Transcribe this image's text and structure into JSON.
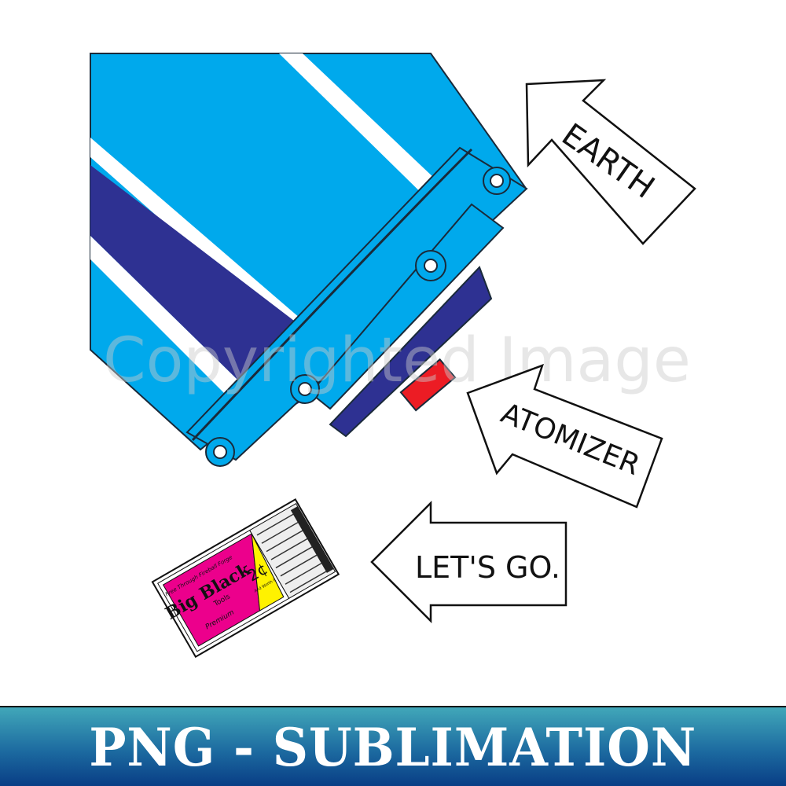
{
  "arrows": [
    {
      "label": "EARTH"
    },
    {
      "label": "ATOMIZER"
    },
    {
      "label": "LET'S GO."
    }
  ],
  "watermark": "Copyrighted Image",
  "matchbox": {
    "top_text": "Free Through Fireball Forge",
    "brand": "Big Black",
    "subtitle": "Tools",
    "price": "2¢",
    "price_note": "And Worth It",
    "bottom_text": "Premium"
  },
  "banner": {
    "text": "PNG - SUBLIMATION"
  },
  "colors": {
    "cylinder": "#00a9ec",
    "stripe_dark": "#2e3192",
    "cap": "#ec1c24",
    "matchbox_pink": "#ec008c",
    "matchbox_yellow": "#fff200",
    "banner_top": "#41a7b9",
    "banner_bottom": "#083c84"
  }
}
